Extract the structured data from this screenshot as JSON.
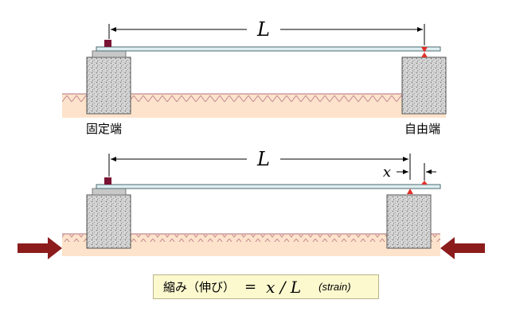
{
  "top": {
    "length_label": "L",
    "fixed_end_label": "固定端",
    "free_end_label": "自由端"
  },
  "bottom": {
    "length_label": "L",
    "x_label": "x"
  },
  "formula": {
    "lhs": "縮み（伸び）",
    "eq": "=",
    "rhs": "x / L",
    "note": "(strain)"
  },
  "colors": {
    "ground": "#fde3cb",
    "zigzag": "#c38a94",
    "bar_fill": "#dfeef0",
    "bar_stroke": "#4a6a70",
    "clamp": "#7a1434",
    "arrow": "#8c1c1c",
    "tip": "#e0322b",
    "formula_bg": "#fdf9cf"
  }
}
